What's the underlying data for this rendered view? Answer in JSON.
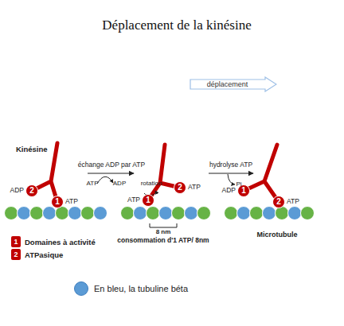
{
  "diagram": {
    "title": "Déplacement de la kinésine",
    "nodes": [
      {
        "text": [
          "déplacement"
        ]
      },
      {
        "text": [
          "2"
        ]
      },
      {
        "text": [
          "1"
        ]
      },
      {
        "text": [
          "1"
        ]
      },
      {
        "text": [
          "2"
        ]
      },
      {
        "text": [
          "1"
        ]
      },
      {
        "text": [
          "2"
        ]
      },
      {
        "text": [
          "1"
        ]
      },
      {
        "text": [
          "2"
        ]
      }
    ],
    "labels": [
      "Kinésine",
      "échange ADP par ATP",
      "ATP",
      "ADP",
      "ADP",
      "ATP",
      "rotation",
      "ATP",
      "ATP",
      "hydrolyse ATP",
      "Pi",
      "8 nm",
      "consommation d'1 ATP/ 8nm",
      "ADP",
      "ATP",
      "Microtubule",
      "Domaines à activité ATPasique"
    ],
    "legend": [
      {
        "text": "En bleu, la tubuline béta",
        "color": "#5b9bd5"
      }
    ]
  }
}
